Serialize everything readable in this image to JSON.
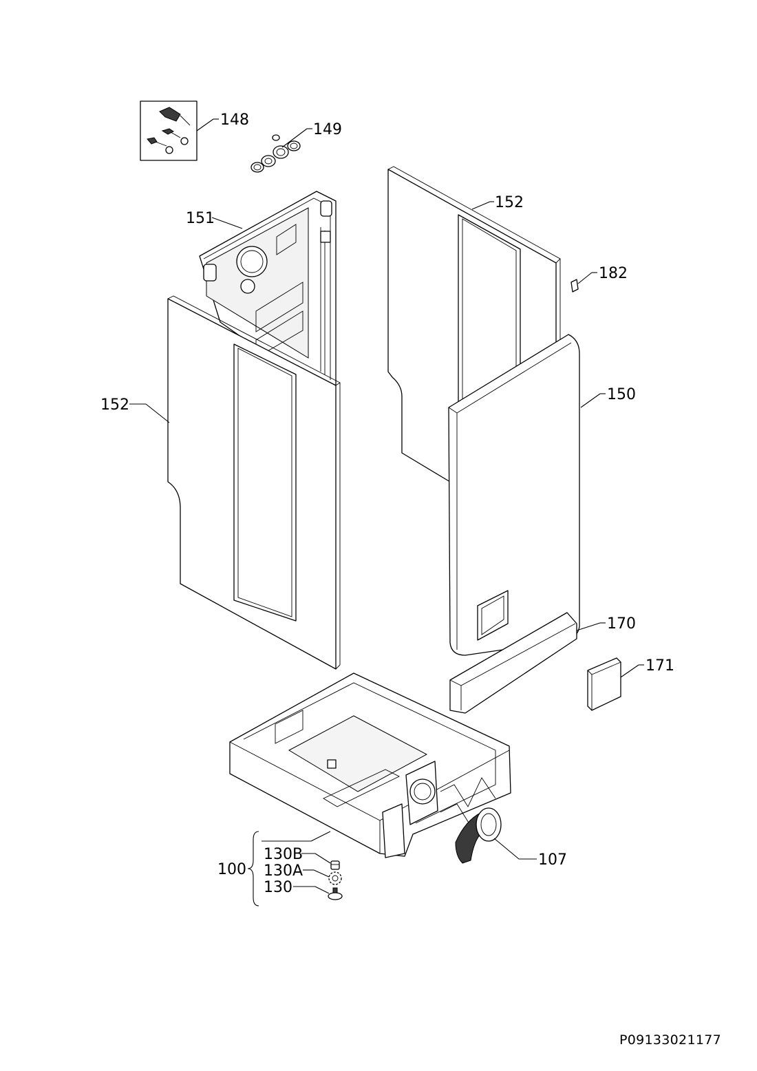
{
  "callouts": {
    "c148": "148",
    "c149": "149",
    "c151": "151",
    "c152_top": "152",
    "c182": "182",
    "c152_left": "152",
    "c150": "150",
    "c170": "170",
    "c171": "171",
    "c107": "107",
    "c100": "100",
    "c130b": "130B",
    "c130a": "130A",
    "c130": "130"
  },
  "document_id": "P09133021177"
}
